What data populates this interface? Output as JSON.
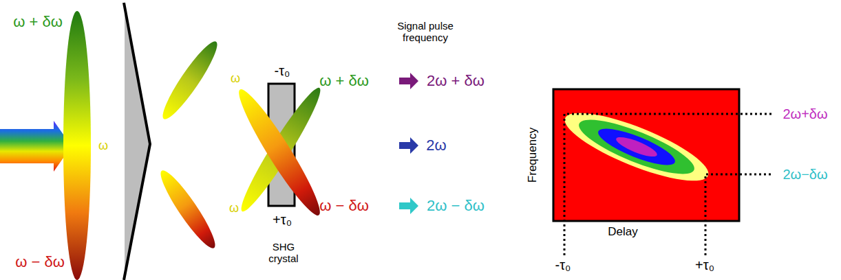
{
  "diagram": {
    "labels": [
      "ω + δω",
      "ω",
      "ω − δω",
      "-τ₀",
      "+τ₀",
      "ω",
      "ω",
      "Signal pulse frequency",
      "ω + δω",
      "2ω + δω",
      "2ω",
      "ω − δω",
      "2ω − δω",
      "SHG crystal",
      "Frequency",
      "Delay",
      "-τ₀",
      "+τ₀",
      "2ω+δω",
      "2ω−δω"
    ]
  }
}
